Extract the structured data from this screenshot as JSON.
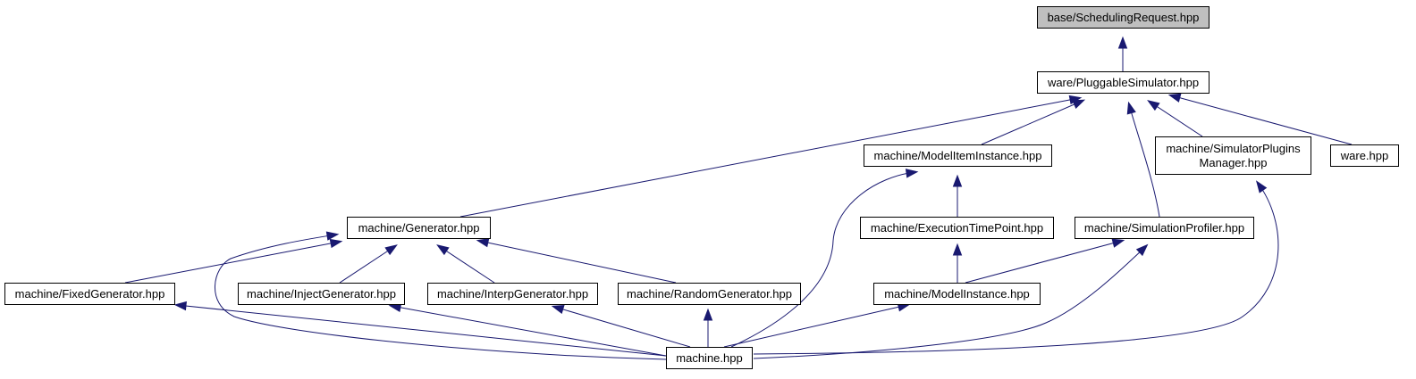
{
  "graph": {
    "nodes": [
      {
        "id": "scheduling_request",
        "lines": [
          "base/SchedulingRequest.hpp"
        ],
        "root": true
      },
      {
        "id": "pluggable_simulator",
        "lines": [
          "ware/PluggableSimulator.hpp"
        ]
      },
      {
        "id": "model_item_instance",
        "lines": [
          "machine/ModelItemInstance.hpp"
        ]
      },
      {
        "id": "simulator_plugins_manager",
        "lines": [
          "machine/SimulatorPlugins",
          "Manager.hpp"
        ]
      },
      {
        "id": "ware",
        "lines": [
          "ware.hpp"
        ]
      },
      {
        "id": "generator",
        "lines": [
          "machine/Generator.hpp"
        ]
      },
      {
        "id": "execution_time_point",
        "lines": [
          "machine/ExecutionTimePoint.hpp"
        ]
      },
      {
        "id": "simulation_profiler",
        "lines": [
          "machine/SimulationProfiler.hpp"
        ]
      },
      {
        "id": "fixed_generator",
        "lines": [
          "machine/FixedGenerator.hpp"
        ]
      },
      {
        "id": "inject_generator",
        "lines": [
          "machine/InjectGenerator.hpp"
        ]
      },
      {
        "id": "interp_generator",
        "lines": [
          "machine/InterpGenerator.hpp"
        ]
      },
      {
        "id": "random_generator",
        "lines": [
          "machine/RandomGenerator.hpp"
        ]
      },
      {
        "id": "model_instance",
        "lines": [
          "machine/ModelInstance.hpp"
        ]
      },
      {
        "id": "machine",
        "lines": [
          "machine.hpp"
        ]
      }
    ],
    "edges": [
      {
        "from": "pluggable_simulator",
        "to": "scheduling_request"
      },
      {
        "from": "model_item_instance",
        "to": "pluggable_simulator"
      },
      {
        "from": "simulator_plugins_manager",
        "to": "pluggable_simulator"
      },
      {
        "from": "ware",
        "to": "pluggable_simulator"
      },
      {
        "from": "generator",
        "to": "pluggable_simulator"
      },
      {
        "from": "simulation_profiler",
        "to": "pluggable_simulator"
      },
      {
        "from": "execution_time_point",
        "to": "model_item_instance"
      },
      {
        "from": "machine",
        "to": "model_item_instance"
      },
      {
        "from": "machine",
        "to": "simulator_plugins_manager"
      },
      {
        "from": "fixed_generator",
        "to": "generator"
      },
      {
        "from": "inject_generator",
        "to": "generator"
      },
      {
        "from": "interp_generator",
        "to": "generator"
      },
      {
        "from": "random_generator",
        "to": "generator"
      },
      {
        "from": "machine",
        "to": "generator"
      },
      {
        "from": "model_instance",
        "to": "execution_time_point"
      },
      {
        "from": "model_instance",
        "to": "simulation_profiler"
      },
      {
        "from": "machine",
        "to": "simulation_profiler"
      },
      {
        "from": "machine",
        "to": "fixed_generator"
      },
      {
        "from": "machine",
        "to": "inject_generator"
      },
      {
        "from": "machine",
        "to": "interp_generator"
      },
      {
        "from": "machine",
        "to": "random_generator"
      },
      {
        "from": "machine",
        "to": "model_instance"
      }
    ]
  }
}
